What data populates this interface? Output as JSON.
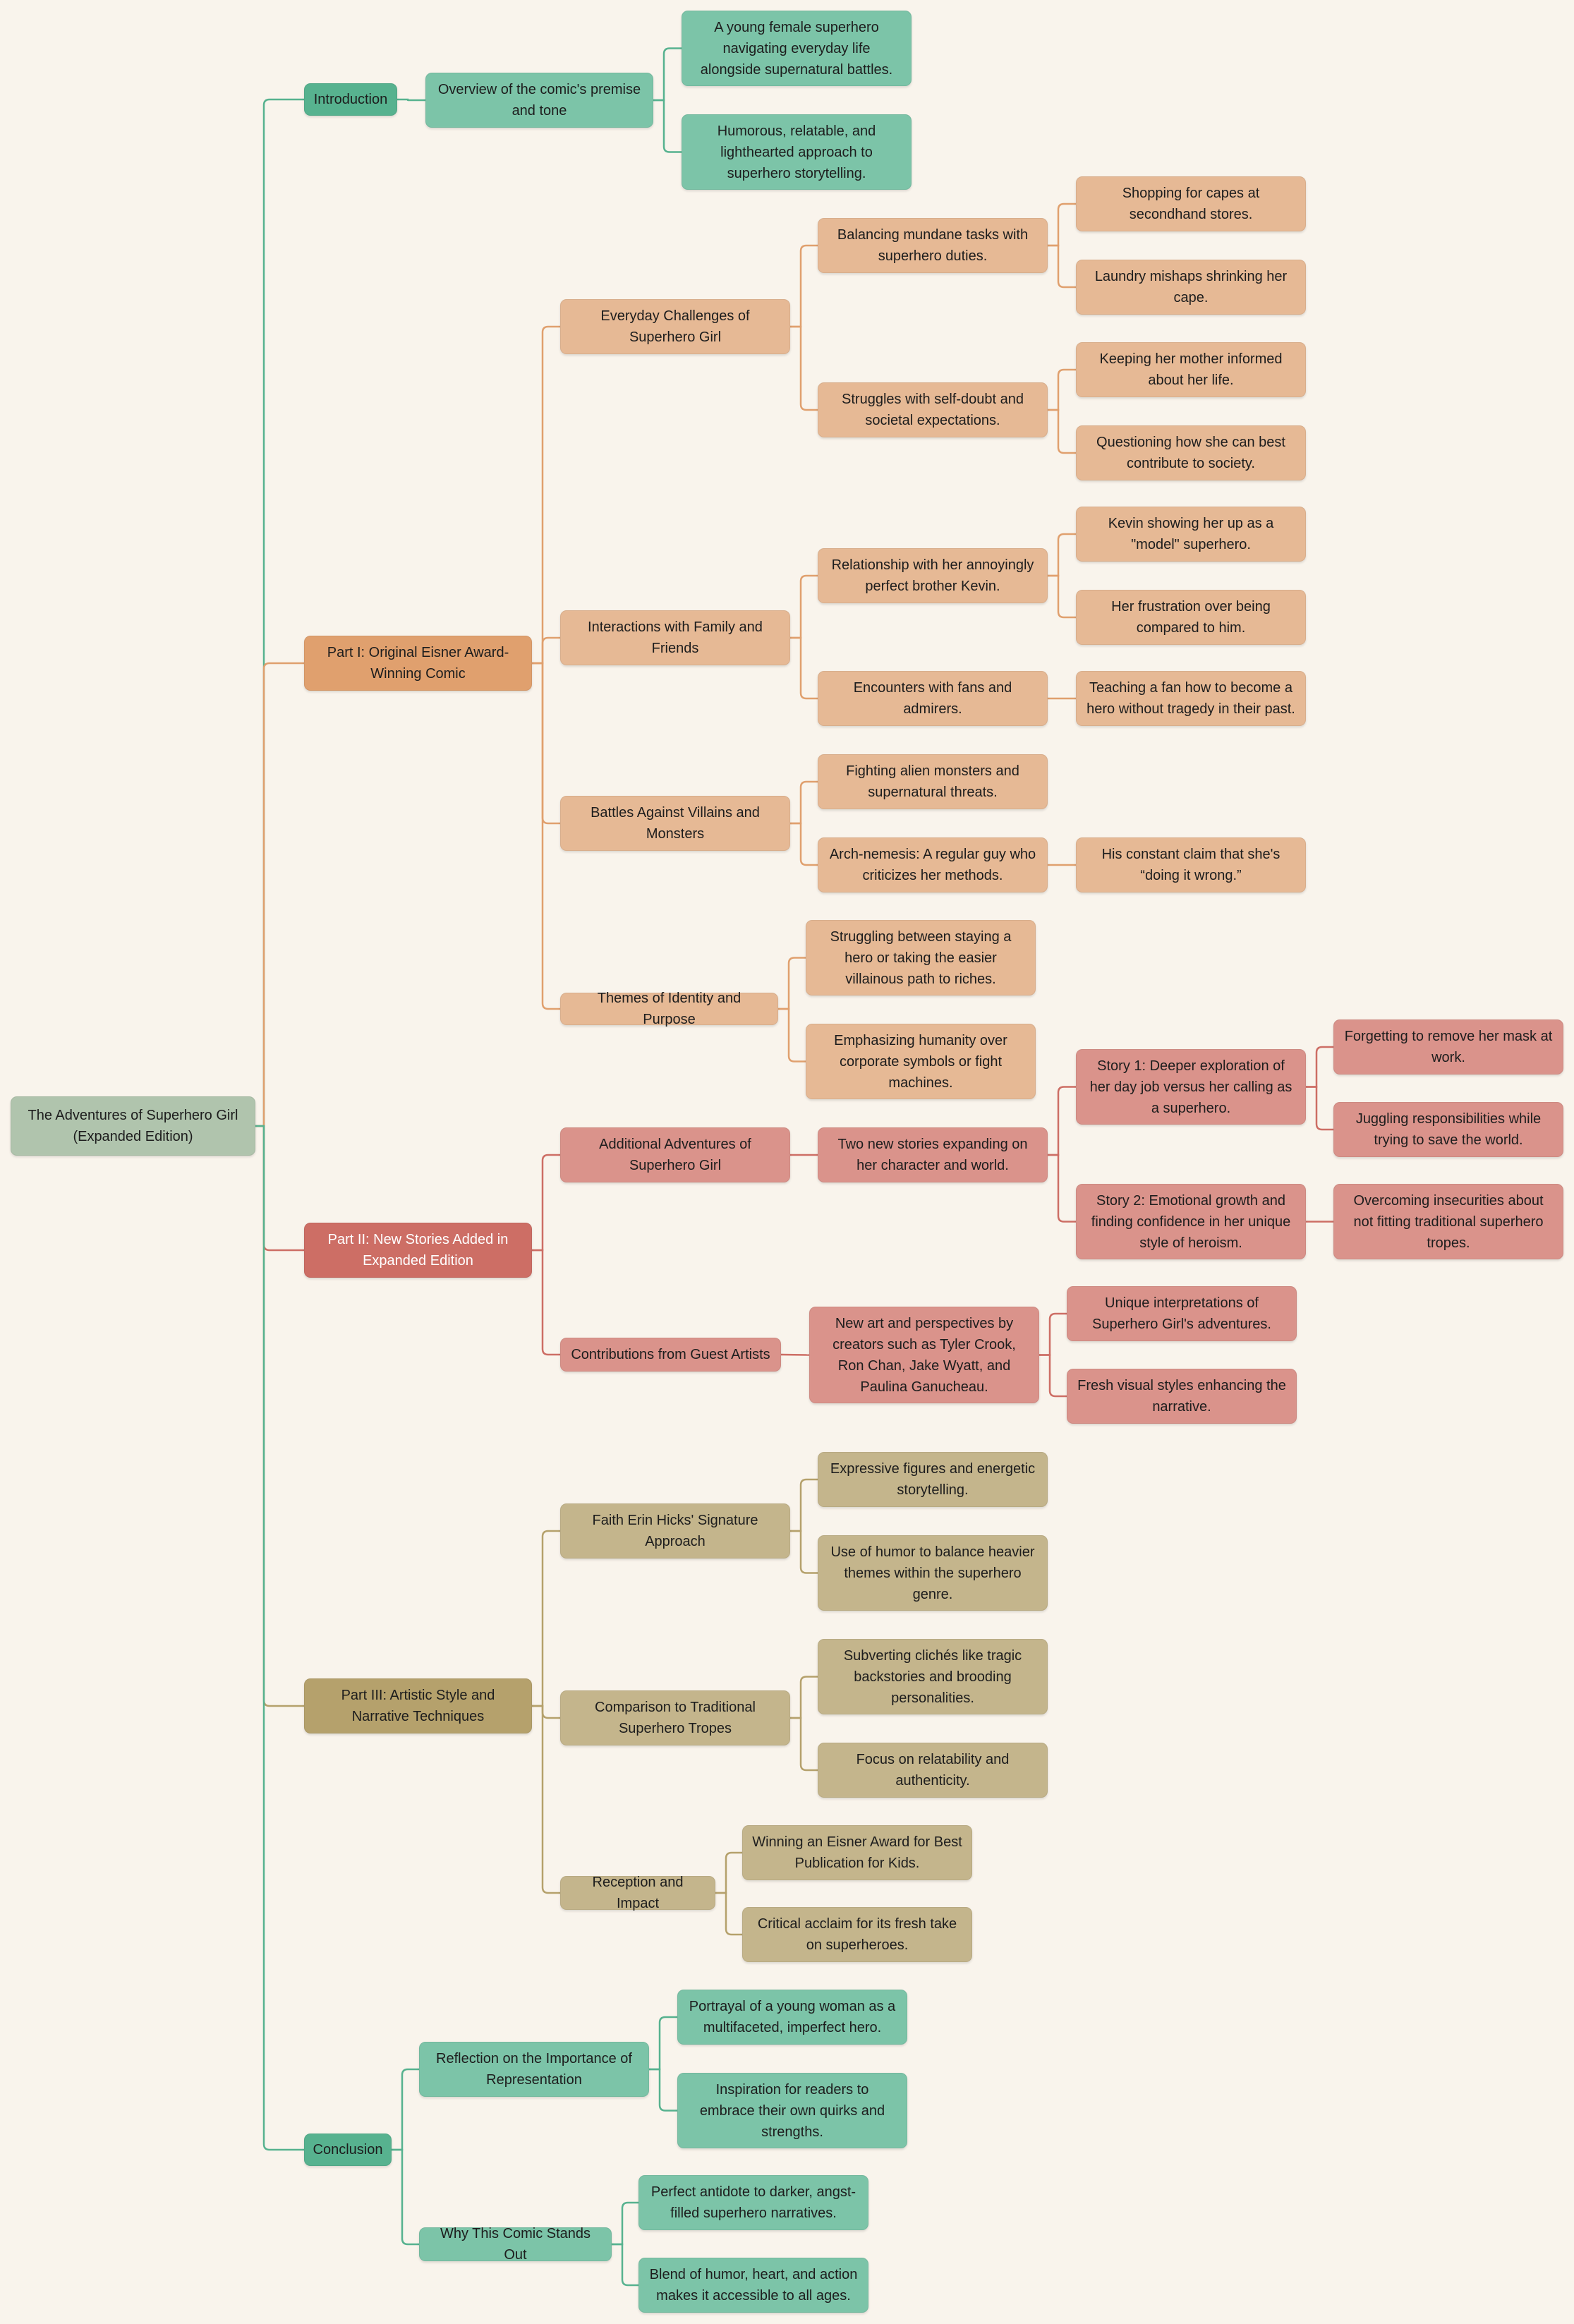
{
  "colors": {
    "background": "#f9f4ec",
    "root": "#b0c4ad",
    "green_main": "#57b28f",
    "green_light": "#7cc4a8",
    "orange_main": "#e0a06e",
    "orange_light": "#e6b995",
    "red_main": "#cd6e65",
    "red_light": "#da938b",
    "olive_main": "#b5a16c",
    "olive_light": "#c4b58c"
  },
  "tree": {
    "label": "The Adventures of Superhero Girl (Expanded Edition)",
    "children": [
      {
        "label": "Introduction",
        "theme": "green",
        "children": [
          {
            "label": "Overview of the comic's premise and tone",
            "children": [
              {
                "label": "A young female superhero navigating everyday life alongside supernatural battles."
              },
              {
                "label": "Humorous, relatable, and lighthearted approach to superhero storytelling."
              }
            ]
          }
        ]
      },
      {
        "label": "Part I: Original Eisner Award-Winning Comic",
        "theme": "orange",
        "children": [
          {
            "label": "Everyday Challenges of Superhero Girl",
            "children": [
              {
                "label": "Balancing mundane tasks with superhero duties.",
                "children": [
                  {
                    "label": "Shopping for capes at secondhand stores."
                  },
                  {
                    "label": "Laundry mishaps shrinking her cape."
                  }
                ]
              },
              {
                "label": "Struggles with self-doubt and societal expectations.",
                "children": [
                  {
                    "label": "Keeping her mother informed about her life."
                  },
                  {
                    "label": "Questioning how she can best contribute to society."
                  }
                ]
              }
            ]
          },
          {
            "label": "Interactions with Family and Friends",
            "children": [
              {
                "label": "Relationship with her annoyingly perfect brother Kevin.",
                "children": [
                  {
                    "label": "Kevin showing her up as a \"model\" superhero."
                  },
                  {
                    "label": "Her frustration over being compared to him."
                  }
                ]
              },
              {
                "label": "Encounters with fans and admirers.",
                "children": [
                  {
                    "label": "Teaching a fan how to become a hero without tragedy in their past."
                  }
                ]
              }
            ]
          },
          {
            "label": "Battles Against Villains and Monsters",
            "children": [
              {
                "label": "Fighting alien monsters and supernatural threats."
              },
              {
                "label": "Arch-nemesis: A regular guy who criticizes her methods.",
                "children": [
                  {
                    "label": "His constant claim that she's “doing it wrong.”"
                  }
                ]
              }
            ]
          },
          {
            "label": "Themes of Identity and Purpose",
            "children": [
              {
                "label": "Struggling between staying a hero or taking the easier villainous path to riches."
              },
              {
                "label": "Emphasizing humanity over corporate symbols or fight machines."
              }
            ]
          }
        ]
      },
      {
        "label": "Part II: New Stories Added in Expanded Edition",
        "theme": "red",
        "children": [
          {
            "label": "Additional Adventures of Superhero Girl",
            "children": [
              {
                "label": "Two new stories expanding on her character and world.",
                "children": [
                  {
                    "label": "Story 1: Deeper exploration of her day job versus her calling as a superhero.",
                    "children": [
                      {
                        "label": "Forgetting to remove her mask at work."
                      },
                      {
                        "label": "Juggling responsibilities while trying to save the world."
                      }
                    ]
                  },
                  {
                    "label": "Story 2: Emotional growth and finding confidence in her unique style of heroism.",
                    "children": [
                      {
                        "label": "Overcoming insecurities about not fitting traditional superhero tropes."
                      }
                    ]
                  }
                ]
              }
            ]
          },
          {
            "label": "Contributions from Guest Artists",
            "children": [
              {
                "label": "New art and perspectives by creators such as Tyler Crook, Ron Chan, Jake Wyatt, and Paulina Ganucheau.",
                "children": [
                  {
                    "label": "Unique interpretations of Superhero Girl's adventures."
                  },
                  {
                    "label": "Fresh visual styles enhancing the narrative."
                  }
                ]
              }
            ]
          }
        ]
      },
      {
        "label": "Part III: Artistic Style and Narrative Techniques",
        "theme": "olive",
        "children": [
          {
            "label": "Faith Erin Hicks' Signature Approach",
            "children": [
              {
                "label": "Expressive figures and energetic storytelling."
              },
              {
                "label": "Use of humor to balance heavier themes within the superhero genre."
              }
            ]
          },
          {
            "label": "Comparison to Traditional Superhero Tropes",
            "children": [
              {
                "label": "Subverting clichés like tragic backstories and brooding personalities."
              },
              {
                "label": "Focus on relatability and authenticity."
              }
            ]
          },
          {
            "label": "Reception and Impact",
            "children": [
              {
                "label": "Winning an Eisner Award for Best Publication for Kids."
              },
              {
                "label": "Critical acclaim for its fresh take on superheroes."
              }
            ]
          }
        ]
      },
      {
        "label": "Conclusion",
        "theme": "green",
        "children": [
          {
            "label": "Reflection on the Importance of Representation",
            "children": [
              {
                "label": "Portrayal of a young woman as a multifaceted, imperfect hero."
              },
              {
                "label": "Inspiration for readers to embrace their own quirks and strengths."
              }
            ]
          },
          {
            "label": "Why This Comic Stands Out",
            "children": [
              {
                "label": "Perfect antidote to darker, angst-filled superhero narratives."
              },
              {
                "label": "Blend of humor, heart, and action makes it accessible to all ages."
              }
            ]
          }
        ]
      }
    ]
  }
}
